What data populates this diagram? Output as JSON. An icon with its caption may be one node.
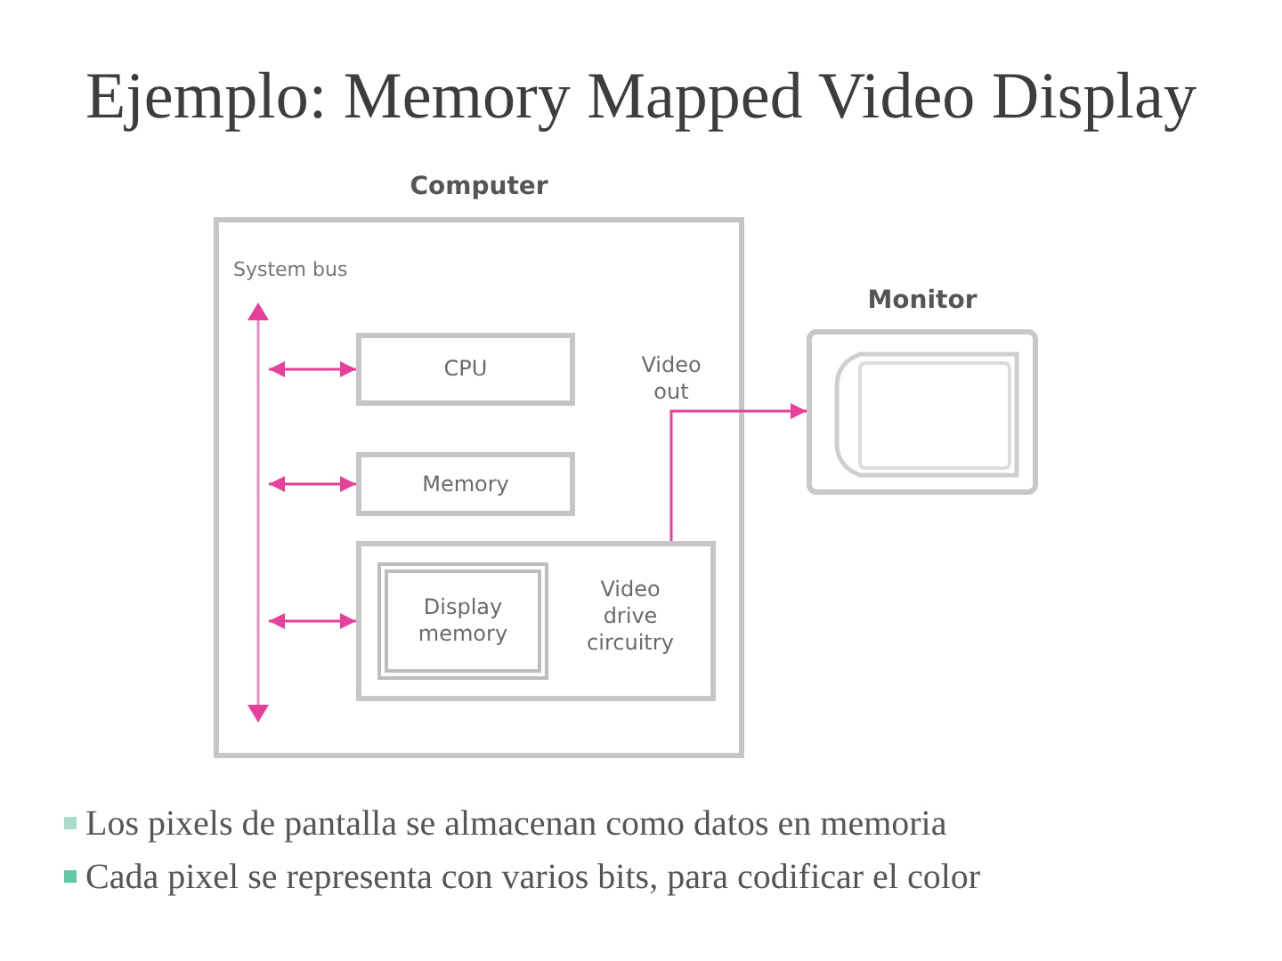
{
  "diagram": {
    "title": "Ejemplo: Memory Mapped Video Display",
    "nodes": [
      {
        "text": [
          "Computer"
        ]
      },
      {
        "text": [],
        "shape": "bar",
        "beside": [
          "System bus"
        ],
        "in": 0
      },
      {
        "text": [
          "CPU"
        ],
        "in": 0
      },
      {
        "text": [
          "Memory"
        ],
        "in": 0
      },
      {
        "text": [
          "Video drive circuitry"
        ],
        "in": 0
      },
      {
        "text": [
          "Display memory"
        ],
        "in": 4
      },
      {
        "text": [
          "Monitor"
        ]
      }
    ],
    "edges": [
      {
        "from": 1,
        "to": 2,
        "arrow": "both"
      },
      {
        "from": 1,
        "to": 3,
        "arrow": "both"
      },
      {
        "from": 1,
        "to": 4,
        "arrow": "both"
      },
      {
        "from": 4,
        "to": 6,
        "arrow": "to",
        "label": "Video out"
      }
    ],
    "labels": [
      "Los pixels de pantalla se almacenan como datos en memoria",
      "Cada pixel se representa con varios bits, para codificar el color"
    ]
  }
}
